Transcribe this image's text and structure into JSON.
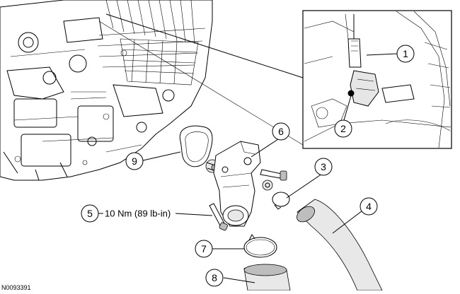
{
  "callouts": [
    {
      "id": "1"
    },
    {
      "id": "2"
    },
    {
      "id": "3"
    },
    {
      "id": "4"
    },
    {
      "id": "5",
      "torque": "10 Nm (89 lb-in)"
    },
    {
      "id": "6"
    },
    {
      "id": "7"
    },
    {
      "id": "8"
    },
    {
      "id": "9"
    }
  ],
  "figure_code": "N0093391"
}
